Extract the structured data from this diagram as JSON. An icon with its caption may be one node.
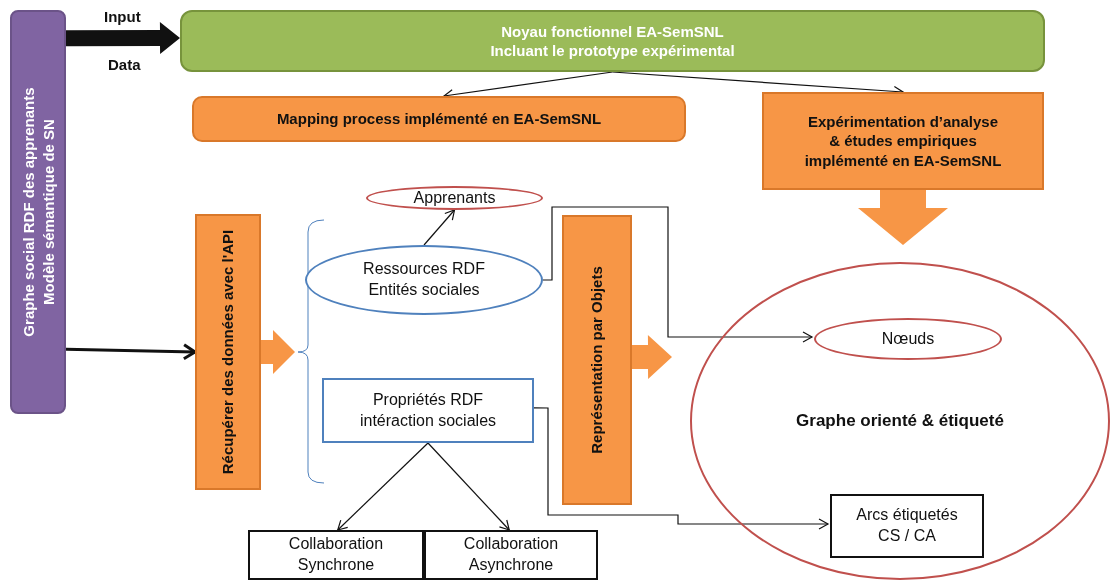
{
  "diagram": {
    "nodes": [
      {
        "text": [
          "Graphe social RDF des apprenants",
          "Modèle sémantique de SN"
        ]
      },
      {
        "text": [
          "Noyau fonctionnel EA-SemSNL",
          "Incluant le prototype expérimental"
        ]
      },
      {
        "text": [
          "Mapping process implémenté en EA-SemSNL"
        ]
      },
      {
        "text": [
          "Expérimentation d’analyse & études empiriques implémenté en EA-SemSNL"
        ]
      },
      {
        "text": [
          "Récupérer des données avec l'API"
        ]
      },
      {
        "text": [
          "Apprenants"
        ]
      },
      {
        "text": [
          "Ressources RDF Entités sociales"
        ]
      },
      {
        "text": [
          "Propriétés RDF intéraction sociales"
        ]
      },
      {
        "text": [
          "Représentation par Objets"
        ]
      },
      {
        "text": [
          "Collaboration Synchrone"
        ]
      },
      {
        "text": [
          "Collaboration Asynchrone"
        ]
      },
      {
        "text": [
          "Graphe orienté & étiqueté"
        ]
      },
      {
        "text": [
          "Nœuds"
        ],
        "in": 11
      },
      {
        "text": [
          "Arcs étiquetés CS / CA"
        ],
        "in": 11
      }
    ],
    "edges": [
      {
        "from": 0,
        "to": 1,
        "arrow": "to",
        "style": "thick"
      },
      {
        "from": 1,
        "to": 2,
        "arrow": "to"
      },
      {
        "from": 1,
        "to": 3,
        "arrow": "to"
      },
      {
        "from": 3,
        "to": 11,
        "arrow": "to",
        "style": "thick",
        "color": "#f79646"
      },
      {
        "from": 0,
        "to": 4,
        "arrow": "to",
        "style": "thick"
      },
      {
        "from": 4,
        "to": null,
        "arrow": "to",
        "style": "thick",
        "color": "#f79646"
      },
      {
        "from": 6,
        "to": 5,
        "arrow": "to"
      },
      {
        "from": 7,
        "to": 9,
        "arrow": "to"
      },
      {
        "from": 7,
        "to": 10,
        "arrow": "to"
      },
      {
        "from": 6,
        "to": 12,
        "arrow": "to"
      },
      {
        "from": 7,
        "to": 13,
        "arrow": "to"
      },
      {
        "from": 8,
        "to": null,
        "arrow": "to",
        "style": "thick",
        "color": "#f79646"
      }
    ],
    "labels": [
      "Input",
      "Data"
    ]
  }
}
